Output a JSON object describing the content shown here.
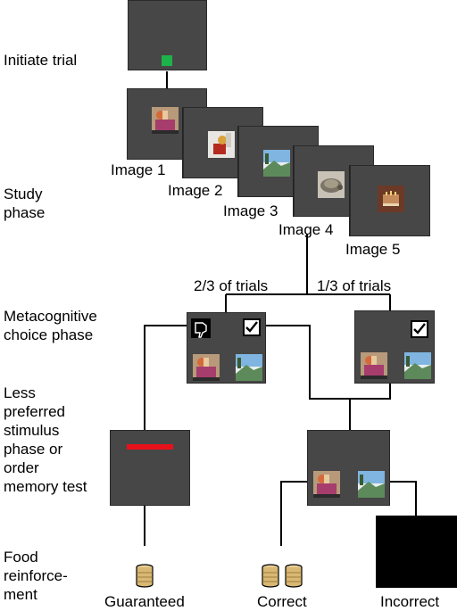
{
  "labels": {
    "initiate_trial": "Initiate trial",
    "study_phase": "Study\nphase",
    "metacognitive": "Metacognitive\nchoice phase",
    "less_preferred": "Less\npreferred\nstimulus\nphase or\norder\nmemory test",
    "food": "Food\nreinforce-\nment"
  },
  "images": [
    "Image 1",
    "Image 2",
    "Image 3",
    "Image 4",
    "Image 5"
  ],
  "branches": {
    "left": "2/3 of trials",
    "right": "1/3 of trials"
  },
  "outcomes": {
    "guaranteed": "Guaranteed",
    "correct": "Correct",
    "incorrect": "Incorrect"
  },
  "icons": [
    "thumbs-down-icon",
    "checkbox-icon",
    "food-pellet-icon"
  ],
  "colors": {
    "screen": "#474747",
    "start_square": "#1db34a",
    "red_bar": "#e8111b",
    "incorrect_screen": "#000000"
  }
}
